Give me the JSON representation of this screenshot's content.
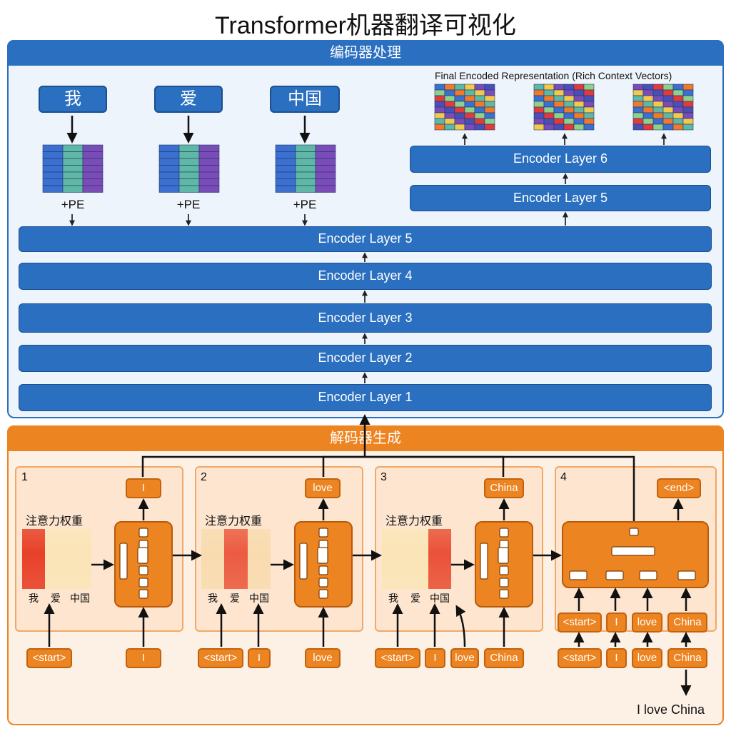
{
  "title": "Transformer机器翻译可视化",
  "encoder": {
    "header": "编码器处理",
    "tokens": [
      "我",
      "爱",
      "中国"
    ],
    "pe_label": "+PE",
    "final_label": "Final Encoded Representation (Rich Context Vectors)",
    "layers_full": [
      "Encoder Layer 5",
      "Encoder Layer 4",
      "Encoder Layer 3",
      "Encoder Layer 2",
      "Encoder Layer 1"
    ],
    "layers_side": [
      "Encoder Layer 6",
      "Encoder Layer 5"
    ],
    "colors": {
      "primary": "#2a6fc0",
      "panel_bg": "#eef4fb"
    }
  },
  "decoder": {
    "header": "解码器生成",
    "attention_label": "注意力权重",
    "colors": {
      "primary": "#ec8421",
      "panel_bg": "#fdf1e6",
      "heat_high": "#e8402a",
      "heat_low": "#fcf6c8"
    },
    "steps": [
      {
        "num": "1",
        "output": "I",
        "inputs": [
          "<start>",
          "I"
        ],
        "x_labels": [
          "我",
          "爱",
          "中国"
        ],
        "attention": [
          1.0,
          0.1,
          0.1
        ]
      },
      {
        "num": "2",
        "output": "love",
        "inputs": [
          "<start>",
          "I",
          "love"
        ],
        "x_labels": [
          "我",
          "爱",
          "中国"
        ],
        "attention": [
          0.15,
          0.85,
          0.15
        ]
      },
      {
        "num": "3",
        "output": "China",
        "inputs": [
          "<start>",
          "I",
          "love",
          "China"
        ],
        "x_labels": [
          "我",
          "爱",
          "中国"
        ],
        "attention": [
          0.1,
          0.1,
          0.9
        ]
      },
      {
        "num": "4",
        "output": "<end>",
        "inputs_upper": [
          "<start>",
          "I",
          "love",
          "China"
        ],
        "inputs": [
          "<start>",
          "I",
          "love",
          "China"
        ]
      }
    ],
    "final_output": "I love China"
  }
}
